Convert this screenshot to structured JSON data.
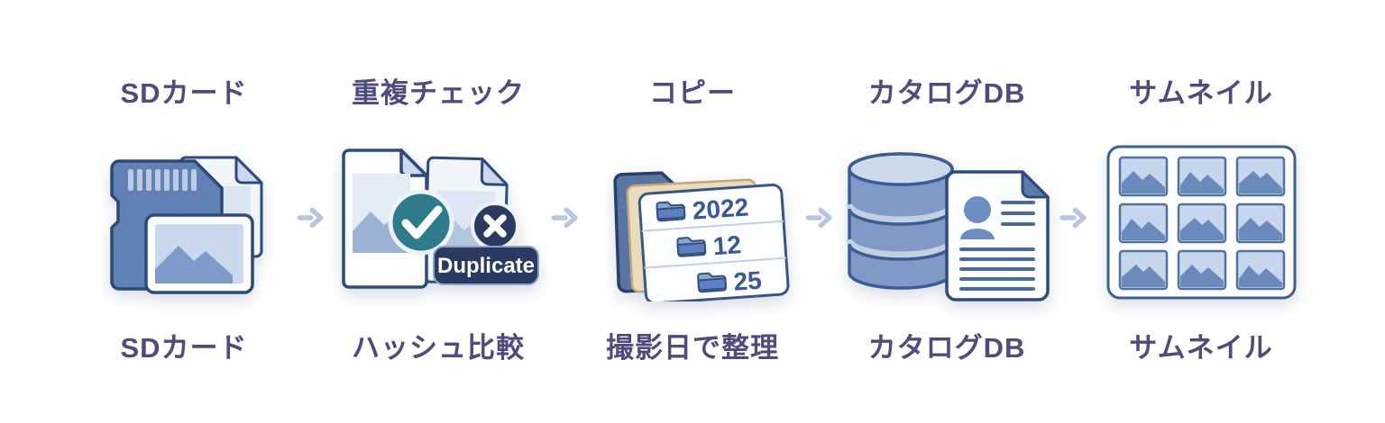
{
  "diagram": {
    "name": "photo-import-workflow",
    "background": "#ffffff",
    "label_color": "#4f4b7d",
    "arrow_color": "#b9c4df",
    "stages": [
      {
        "id": "sd-card",
        "top_label": "SDカード",
        "bottom_label": "SDカード",
        "icon": "sd-card-photos-icon"
      },
      {
        "id": "duplicate-check",
        "top_label": "重複チェック",
        "bottom_label": "ハッシュ比較",
        "icon": "duplicate-files-icon",
        "badge_text": "Duplicate"
      },
      {
        "id": "copy",
        "top_label": "コピー",
        "bottom_label": "撮影日で整理",
        "icon": "date-folders-icon",
        "folders": [
          "2022",
          "12",
          "25"
        ]
      },
      {
        "id": "catalog-db",
        "top_label": "カタログDB",
        "bottom_label": "カタログDB",
        "icon": "database-record-icon"
      },
      {
        "id": "thumbnails",
        "top_label": "サムネイル",
        "bottom_label": "サムネイル",
        "icon": "thumbnail-grid-icon"
      }
    ],
    "colors": {
      "outline_navy": "#2e4a7c",
      "sd_card_blue": "#6181b4",
      "sd_pin_light": "#b9cbe4",
      "photo_sky": "#c9d8ec",
      "photo_mountain": "#7e9cc9",
      "file_fill": "#f2f6fb",
      "fold_light": "#ccd9ec",
      "check_teal": "#2e7b8d",
      "badge_navy": "#2b3a63",
      "folder_back_navy": "#5a75a3",
      "folder_cream": "#eadcba",
      "mini_folder_blue": "#5c80c0",
      "folder_text_blue": "#3a5894",
      "db_body_blue": "#8099c7",
      "db_top_light": "#ccd9ea",
      "doc_line_blue": "#4a6b9e",
      "person_blue": "#6e8dc0",
      "thumb_sky": "#c7d6ec",
      "thumb_mountain": "#6a8abc"
    }
  }
}
